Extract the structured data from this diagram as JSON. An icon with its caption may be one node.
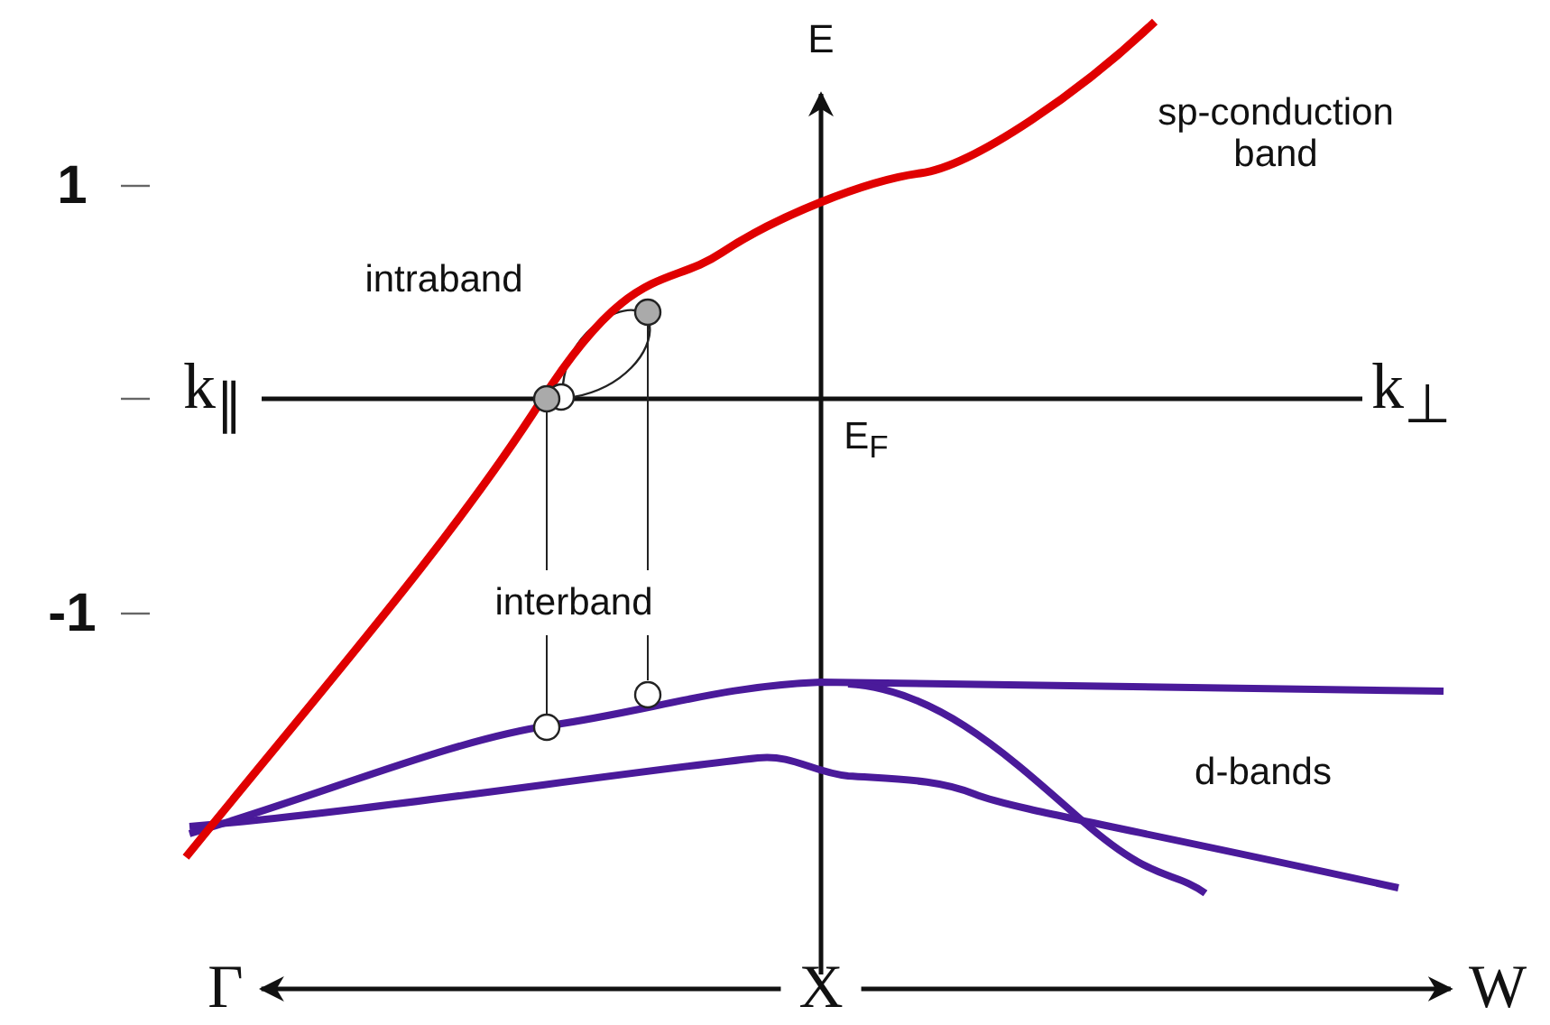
{
  "diagram": {
    "nodes": [
      {
        "text": [
          "Γ"
        ]
      },
      {
        "text": [
          "X"
        ]
      },
      {
        "text": [
          "W"
        ]
      }
    ],
    "edges": [
      {
        "from": 1,
        "to": 0,
        "arrow": "to"
      },
      {
        "from": 1,
        "to": 2,
        "arrow": "to"
      }
    ],
    "labels": [
      "E",
      "sp-conduction band",
      "1",
      "intraband",
      "k$_{∥}$",
      "k$_{⊥}$",
      "E$_{F}$",
      "-1",
      "interband",
      "d-bands"
    ]
  }
}
